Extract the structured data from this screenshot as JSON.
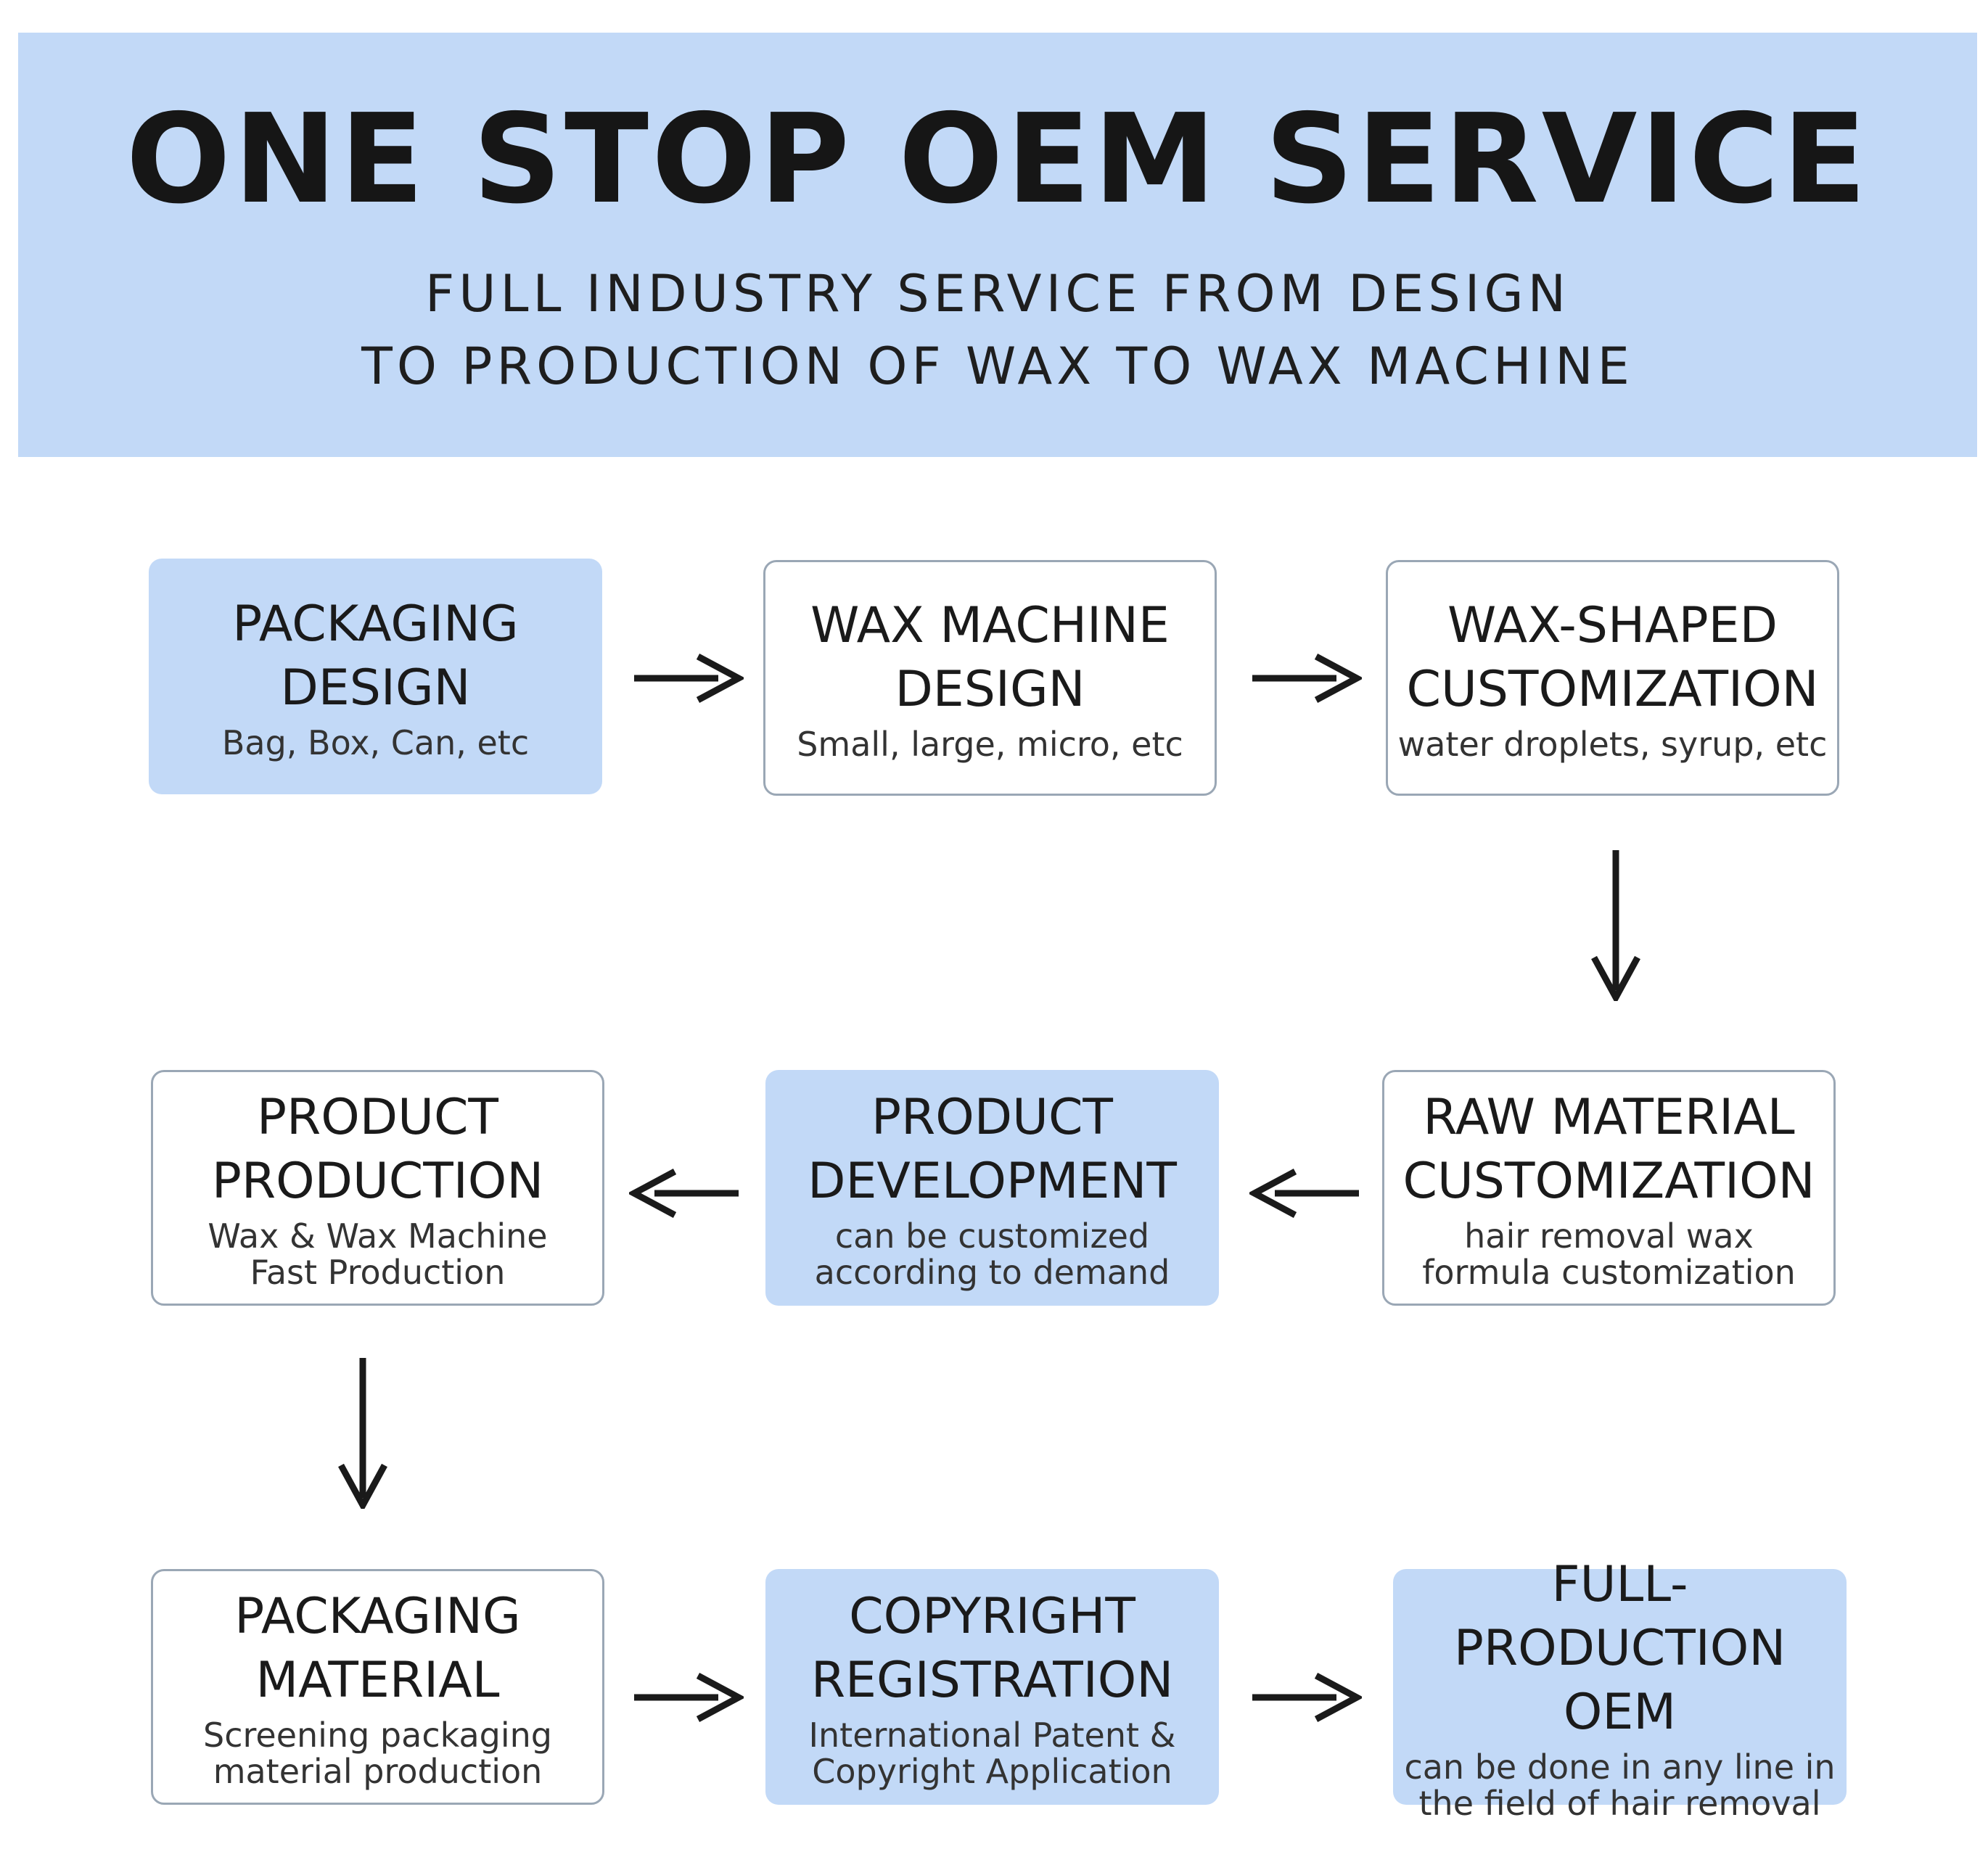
{
  "header": {
    "title": "ONE STOP OEM SERVICE",
    "subtitle_line1": "FULL INDUSTRY SERVICE FROM DESIGN",
    "subtitle_line2": "TO PRODUCTION OF WAX TO WAX MACHINE"
  },
  "steps": [
    {
      "head1": "PACKAGING",
      "head2": "DESIGN",
      "desc1": "Bag, Box, Can, etc",
      "desc2": ""
    },
    {
      "head1": "WAX MACHINE",
      "head2": "DESIGN",
      "desc1": "Small, large, micro, etc",
      "desc2": ""
    },
    {
      "head1": "WAX-SHAPED",
      "head2": "CUSTOMIZATION",
      "desc1": "water droplets, syrup, etc",
      "desc2": ""
    },
    {
      "head1": "RAW MATERIAL",
      "head2": "CUSTOMIZATION",
      "desc1": "hair removal wax",
      "desc2": "formula customization"
    },
    {
      "head1": "PRODUCT",
      "head2": "DEVELOPMENT",
      "desc1": "can be customized",
      "desc2": "according to demand"
    },
    {
      "head1": "PRODUCT",
      "head2": "PRODUCTION",
      "desc1": "Wax & Wax Machine",
      "desc2": "Fast Production"
    },
    {
      "head1": "PACKAGING",
      "head2": "MATERIAL",
      "desc1": "Screening packaging",
      "desc2": "material production"
    },
    {
      "head1": "COPYRIGHT",
      "head2": "REGISTRATION",
      "desc1": "International Patent &",
      "desc2": "Copyright Application"
    },
    {
      "head1": "FULL-",
      "head2": "PRODUCTION OEM",
      "desc1": "can be done in any line in",
      "desc2": "the field of hair removal"
    }
  ],
  "colors": {
    "accent": "#c2d9f7",
    "box_border": "#9aa7b5",
    "arrow": "#1a1a1a"
  },
  "icons": {
    "arrow": "arrow-icon"
  }
}
